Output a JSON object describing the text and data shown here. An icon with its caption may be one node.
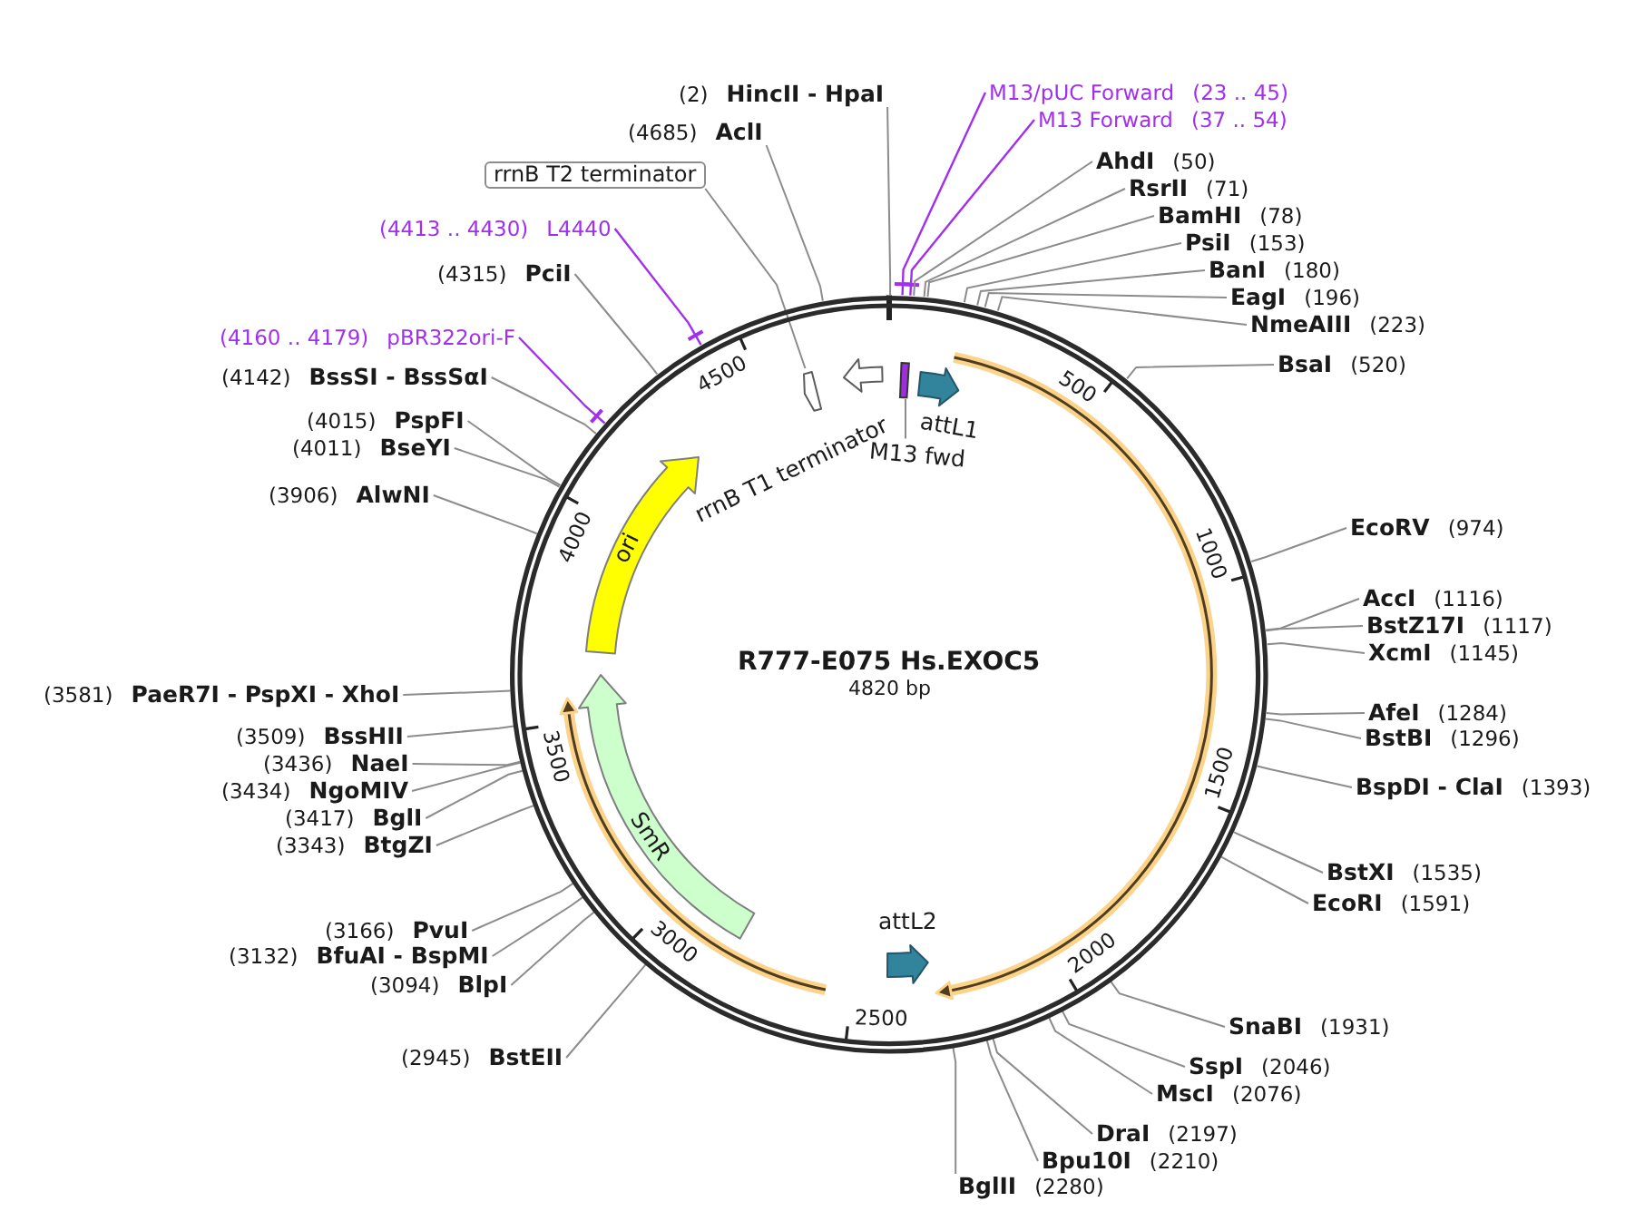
{
  "diagram": {
    "title": "R777-E075 Hs.EXOC5",
    "nodes": [
      {
        "text": [
          "(2)",
          "HincII - HpaI"
        ]
      },
      {
        "text": [
          "M13/pUC Forward",
          "(23 .. 45)"
        ]
      },
      {
        "text": [
          "M13 Forward",
          "(37 .. 54)"
        ]
      },
      {
        "text": [
          "AhdI",
          "(50)"
        ]
      },
      {
        "text": [
          "RsrII",
          "(71)"
        ]
      },
      {
        "text": [
          "BamHI",
          "(78)"
        ]
      },
      {
        "text": [
          "PsiI",
          "(153)"
        ]
      },
      {
        "text": [
          "BanI",
          "(180)"
        ]
      },
      {
        "text": [
          "EagI",
          "(196)"
        ]
      },
      {
        "text": [
          "NmeAIII",
          "(223)"
        ]
      },
      {
        "text": [
          "BsaI",
          "(520)"
        ]
      },
      {
        "text": [
          "EcoRV",
          "(974)"
        ]
      },
      {
        "text": [
          "AccI",
          "(1116)"
        ]
      },
      {
        "text": [
          "BstZ17I",
          "(1117)"
        ]
      },
      {
        "text": [
          "XcmI",
          "(1145)"
        ]
      },
      {
        "text": [
          "AfeI",
          "(1284)"
        ]
      },
      {
        "text": [
          "BstBI",
          "(1296)"
        ]
      },
      {
        "text": [
          "BspDI - ClaI",
          "(1393)"
        ]
      },
      {
        "text": [
          "BstXI",
          "(1535)"
        ]
      },
      {
        "text": [
          "EcoRI",
          "(1591)"
        ]
      },
      {
        "text": [
          "SnaBI",
          "(1931)"
        ]
      },
      {
        "text": [
          "SspI",
          "(2046)"
        ]
      },
      {
        "text": [
          "MscI",
          "(2076)"
        ]
      },
      {
        "text": [
          "DraI",
          "(2197)"
        ]
      },
      {
        "text": [
          "Bpu10I",
          "(2210)"
        ]
      },
      {
        "text": [
          "BglII",
          "(2280)"
        ]
      },
      {
        "text": [
          "(2945)",
          "BstEII"
        ]
      },
      {
        "text": [
          "(3094)",
          "BlpI"
        ]
      },
      {
        "text": [
          "(3132)",
          "BfuAI - BspMI"
        ]
      },
      {
        "text": [
          "(3166)",
          "PvuI"
        ]
      },
      {
        "text": [
          "(3343)",
          "BtgZI"
        ]
      },
      {
        "text": [
          "(3417)",
          "BglI"
        ]
      },
      {
        "text": [
          "(3434)",
          "NgoMIV"
        ]
      },
      {
        "text": [
          "(3436)",
          "NaeI"
        ]
      },
      {
        "text": [
          "(3509)",
          "BssHII"
        ]
      },
      {
        "text": [
          "(3581)",
          "PaeR7I - PspXI - XhoI"
        ]
      },
      {
        "text": [
          "(3906)",
          "AlwNI"
        ]
      },
      {
        "text": [
          "(4011)",
          "BseYI"
        ]
      },
      {
        "text": [
          "(4015)",
          "PspFI"
        ]
      },
      {
        "text": [
          "(4142)",
          "BssSI - BssSαI"
        ]
      },
      {
        "text": [
          "(4160 .. 4179)",
          "pBR322ori-F"
        ]
      },
      {
        "text": [
          "(4315)",
          "PciI"
        ]
      },
      {
        "text": [
          "(4413 .. 4430)",
          "L4440"
        ]
      },
      {
        "text": [
          "rrnB T2 terminator"
        ]
      },
      {
        "text": [
          "(4685)",
          "AclI"
        ]
      },
      {
        "text": [],
        "shape": "circle"
      },
      {
        "text": [],
        "shape": "arrow",
        "in": 45
      },
      {
        "text": [
          "rrnB T1 terminator"
        ],
        "in": 45
      },
      {
        "text": [],
        "shape": "bar",
        "in": 45
      },
      {
        "text": [
          "M13 fwd"
        ],
        "in": 45
      },
      {
        "text": [
          "attL1"
        ],
        "in": 45
      },
      {
        "text": [],
        "shape": "arc",
        "in": 45
      },
      {
        "text": [
          "attL2"
        ],
        "in": 45
      },
      {
        "text": [],
        "shape": "arc",
        "in": 45
      },
      {
        "text": [
          "SmR"
        ],
        "in": 45
      },
      {
        "text": [
          "ori"
        ],
        "in": 45
      }
    ],
    "edges": [
      {
        "from": 0,
        "to": 45,
        "arrow": "none"
      },
      {
        "from": 1,
        "to": 45,
        "arrow": "other",
        "color": "#a12ef0"
      },
      {
        "from": 2,
        "to": 45,
        "arrow": "other",
        "color": "#a12ef0"
      },
      {
        "from": 3,
        "to": 45,
        "arrow": "none"
      },
      {
        "from": 4,
        "to": 45,
        "arrow": "none"
      },
      {
        "from": 5,
        "to": 45,
        "arrow": "none"
      },
      {
        "from": 6,
        "to": 45,
        "arrow": "none"
      },
      {
        "from": 7,
        "to": 45,
        "arrow": "none"
      },
      {
        "from": 8,
        "to": 45,
        "arrow": "none"
      },
      {
        "from": 9,
        "to": 45,
        "arrow": "none"
      },
      {
        "from": 10,
        "to": 45,
        "arrow": "none"
      },
      {
        "from": 11,
        "to": 45,
        "arrow": "none"
      },
      {
        "from": 12,
        "to": 45,
        "arrow": "none"
      },
      {
        "from": 13,
        "to": 45,
        "arrow": "none"
      },
      {
        "from": 14,
        "to": 45,
        "arrow": "none"
      },
      {
        "from": 15,
        "to": 45,
        "arrow": "none"
      },
      {
        "from": 16,
        "to": 45,
        "arrow": "none"
      },
      {
        "from": 17,
        "to": 45,
        "arrow": "none"
      },
      {
        "from": 18,
        "to": 45,
        "arrow": "none"
      },
      {
        "from": 19,
        "to": 45,
        "arrow": "none"
      },
      {
        "from": 20,
        "to": 45,
        "arrow": "none"
      },
      {
        "from": 21,
        "to": 45,
        "arrow": "none"
      },
      {
        "from": 22,
        "to": 45,
        "arrow": "none"
      },
      {
        "from": 23,
        "to": 45,
        "arrow": "none"
      },
      {
        "from": 24,
        "to": 45,
        "arrow": "none"
      },
      {
        "from": 25,
        "to": 45,
        "arrow": "none"
      },
      {
        "from": 26,
        "to": 45,
        "arrow": "none"
      },
      {
        "from": 27,
        "to": 45,
        "arrow": "none"
      },
      {
        "from": 28,
        "to": 45,
        "arrow": "none"
      },
      {
        "from": 29,
        "to": 45,
        "arrow": "none"
      },
      {
        "from": 30,
        "to": 45,
        "arrow": "none"
      },
      {
        "from": 31,
        "to": 45,
        "arrow": "none"
      },
      {
        "from": 32,
        "to": 45,
        "arrow": "none"
      },
      {
        "from": 33,
        "to": 45,
        "arrow": "none"
      },
      {
        "from": 34,
        "to": 45,
        "arrow": "none"
      },
      {
        "from": 35,
        "to": 45,
        "arrow": "none"
      },
      {
        "from": 36,
        "to": 45,
        "arrow": "none"
      },
      {
        "from": 37,
        "to": 45,
        "arrow": "none"
      },
      {
        "from": 38,
        "to": 45,
        "arrow": "none"
      },
      {
        "from": 39,
        "to": 45,
        "arrow": "none"
      },
      {
        "from": 40,
        "to": 45,
        "arrow": "other",
        "color": "#a12ef0"
      },
      {
        "from": 41,
        "to": 45,
        "arrow": "none"
      },
      {
        "from": 42,
        "to": 45,
        "arrow": "other",
        "color": "#a12ef0"
      },
      {
        "from": 43,
        "to": 46,
        "arrow": "none"
      },
      {
        "from": 44,
        "to": 45,
        "arrow": "none"
      },
      {
        "from": 49,
        "to": 48,
        "arrow": "none"
      }
    ],
    "labels": [
      "4820 bp",
      "500",
      "1000",
      "1500",
      "2000",
      "2500",
      "3000",
      "3500",
      "4000",
      "4500"
    ]
  }
}
